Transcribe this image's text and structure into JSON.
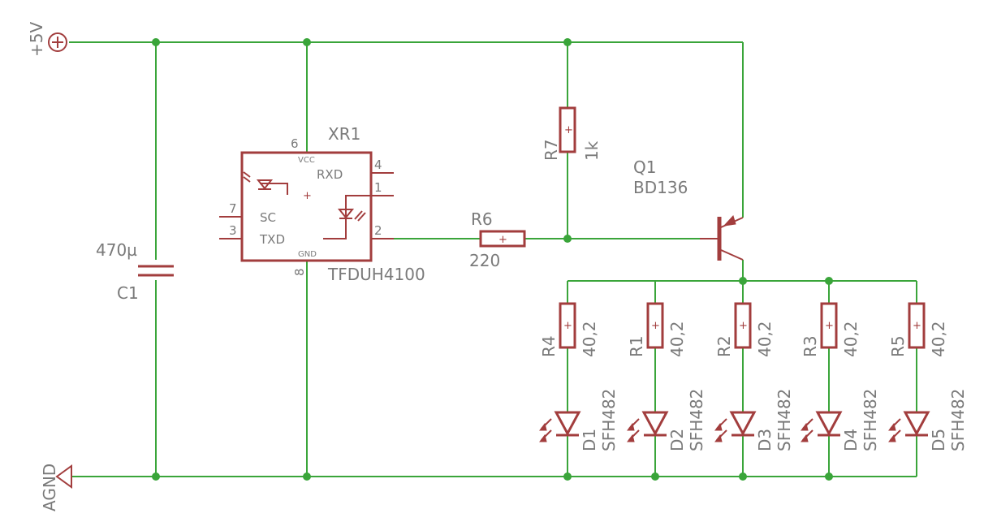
{
  "supply": {
    "label": "+5V"
  },
  "ground": {
    "label": "AGND"
  },
  "capacitor": {
    "name": "C1",
    "value": "470µ"
  },
  "ic": {
    "name": "XR1",
    "part": "TFDUH4100",
    "pins": {
      "vcc": "6",
      "p4": "4",
      "p1": "1",
      "p7": "7",
      "p3": "3",
      "p2": "2",
      "gnd": "8"
    },
    "inner": {
      "rxd": "RXD",
      "sc": "SC",
      "txd": "TXD",
      "vcc": "VCC",
      "gnd": "GND",
      "plus": "+"
    }
  },
  "r6": {
    "name": "R6",
    "value": "220"
  },
  "r7": {
    "name": "R7",
    "value": "1k"
  },
  "transistor": {
    "name": "Q1",
    "part": "BD136"
  },
  "led_branches": [
    {
      "resistor": "R4",
      "value": "40,2",
      "diode": "D1",
      "part": "SFH482"
    },
    {
      "resistor": "R1",
      "value": "40,2",
      "diode": "D2",
      "part": "SFH482"
    },
    {
      "resistor": "R2",
      "value": "40,2",
      "diode": "D3",
      "part": "SFH482"
    },
    {
      "resistor": "R3",
      "value": "40,2",
      "diode": "D4",
      "part": "SFH482"
    },
    {
      "resistor": "R5",
      "value": "40,2",
      "diode": "D5",
      "part": "SFH482"
    }
  ],
  "colors": {
    "wire": "#3aa53a",
    "symbol": "#a23d3d",
    "text": "#7a7a7a"
  }
}
